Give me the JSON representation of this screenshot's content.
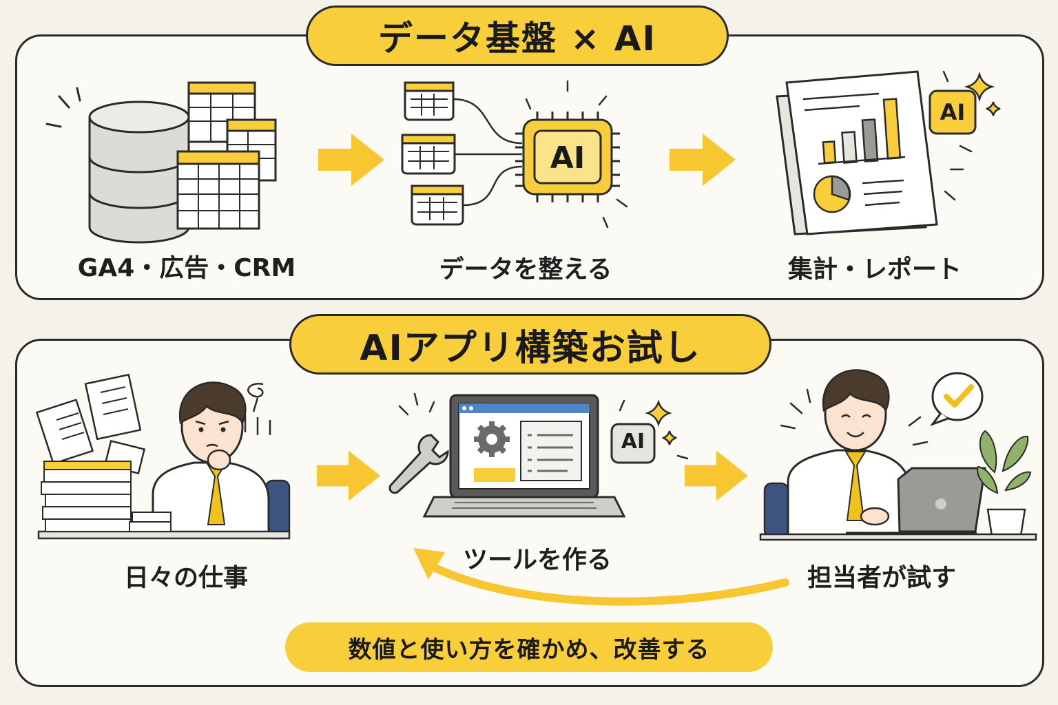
{
  "top": {
    "title": "データ基盤 × AI",
    "steps": [
      {
        "label": "GA4・広告・CRM"
      },
      {
        "label": "データを整える"
      },
      {
        "label": "集計・レポート"
      }
    ],
    "chip_text": "AI",
    "report_badge": "AI"
  },
  "bottom": {
    "title": "AIアプリ構築お試し",
    "steps": [
      {
        "label": "日々の仕事"
      },
      {
        "label": "ツールを作る"
      },
      {
        "label": "担当者が試す"
      }
    ],
    "tool_badge": "AI",
    "feedback_note": "数値と使い方を確かめ、改善する"
  },
  "colors": {
    "accent_yellow": "#f8cf3a",
    "outline": "#2a2a2a",
    "panel_bg": "#fbfaf4",
    "page_bg": "#f4f2e9",
    "tie": "#f2c21c",
    "chair_blue": "#3c5580",
    "check_yellow": "#f1be1a"
  },
  "icons": [
    "database-icon",
    "spreadsheet-icon",
    "ai-chip-icon",
    "report-icon",
    "sparkle-icon",
    "wrench-icon",
    "gear-icon",
    "laptop-icon",
    "check-bubble-icon",
    "plant-icon",
    "arrow-right-icon",
    "feedback-arrow-icon"
  ]
}
